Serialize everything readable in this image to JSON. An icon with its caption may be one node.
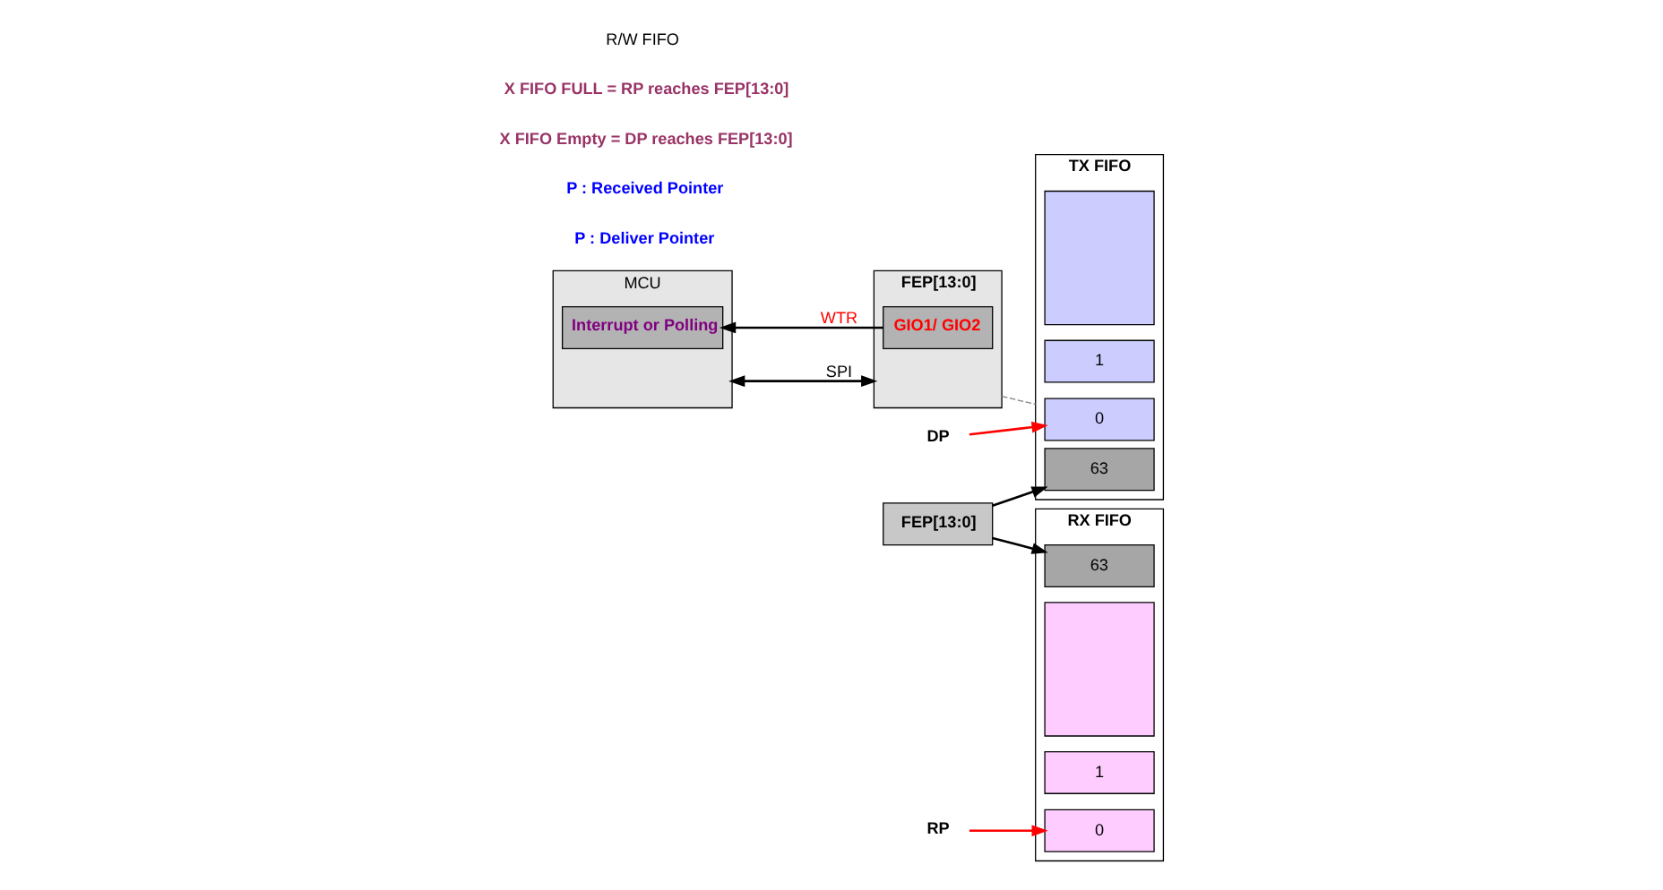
{
  "diagram": {
    "nodes": [
      {
        "text": [
          "MCU"
        ]
      },
      {
        "text": [
          "Interrupt or Polling"
        ],
        "in": 0
      },
      {
        "text": [
          "FEP[13:0]"
        ]
      },
      {
        "text": [
          "GIO1/ GIO2"
        ],
        "in": 2
      },
      {
        "text": [
          "TX FIFO"
        ]
      },
      {
        "text": [
          "0"
        ],
        "in": 4
      },
      {
        "text": [
          "1"
        ],
        "in": 4
      },
      {
        "text": [],
        "shape": "box",
        "in": 4
      },
      {
        "text": [
          "63"
        ],
        "in": 4
      },
      {
        "text": [
          "RX FIFO"
        ]
      },
      {
        "text": [
          "0"
        ],
        "in": 9
      },
      {
        "text": [
          "1"
        ],
        "in": 9
      },
      {
        "text": [],
        "shape": "box",
        "in": 9
      },
      {
        "text": [
          "63"
        ],
        "in": 9
      },
      {
        "text": [
          "DP"
        ]
      },
      {
        "text": [
          "RP"
        ]
      },
      {
        "text": [
          "FEP[13:0]"
        ]
      }
    ],
    "edges": [
      {
        "from": 0,
        "to": 2,
        "arrow": "both",
        "label": "SPI"
      },
      {
        "from": 3,
        "to": 1,
        "arrow": "to",
        "label": "WTR"
      },
      {
        "from": 2,
        "to": 4,
        "arrow": "none",
        "style": "dashed",
        "color": "#808080"
      },
      {
        "from": 14,
        "to": 5,
        "arrow": "to",
        "color": "#ff0000"
      },
      {
        "from": 15,
        "to": 10,
        "arrow": "to",
        "color": "#ff0000"
      },
      {
        "from": 16,
        "to": 8,
        "arrow": "to"
      },
      {
        "from": 16,
        "to": 13,
        "arrow": "to"
      }
    ],
    "labels": [
      "P : Deliver Pointer",
      "P : Received Pointer",
      "X FIFO Empty = DP reaches FEP[13:0]",
      "X FIFO FULL = RP reaches FEP[13:0]",
      "R/W FIFO"
    ]
  }
}
